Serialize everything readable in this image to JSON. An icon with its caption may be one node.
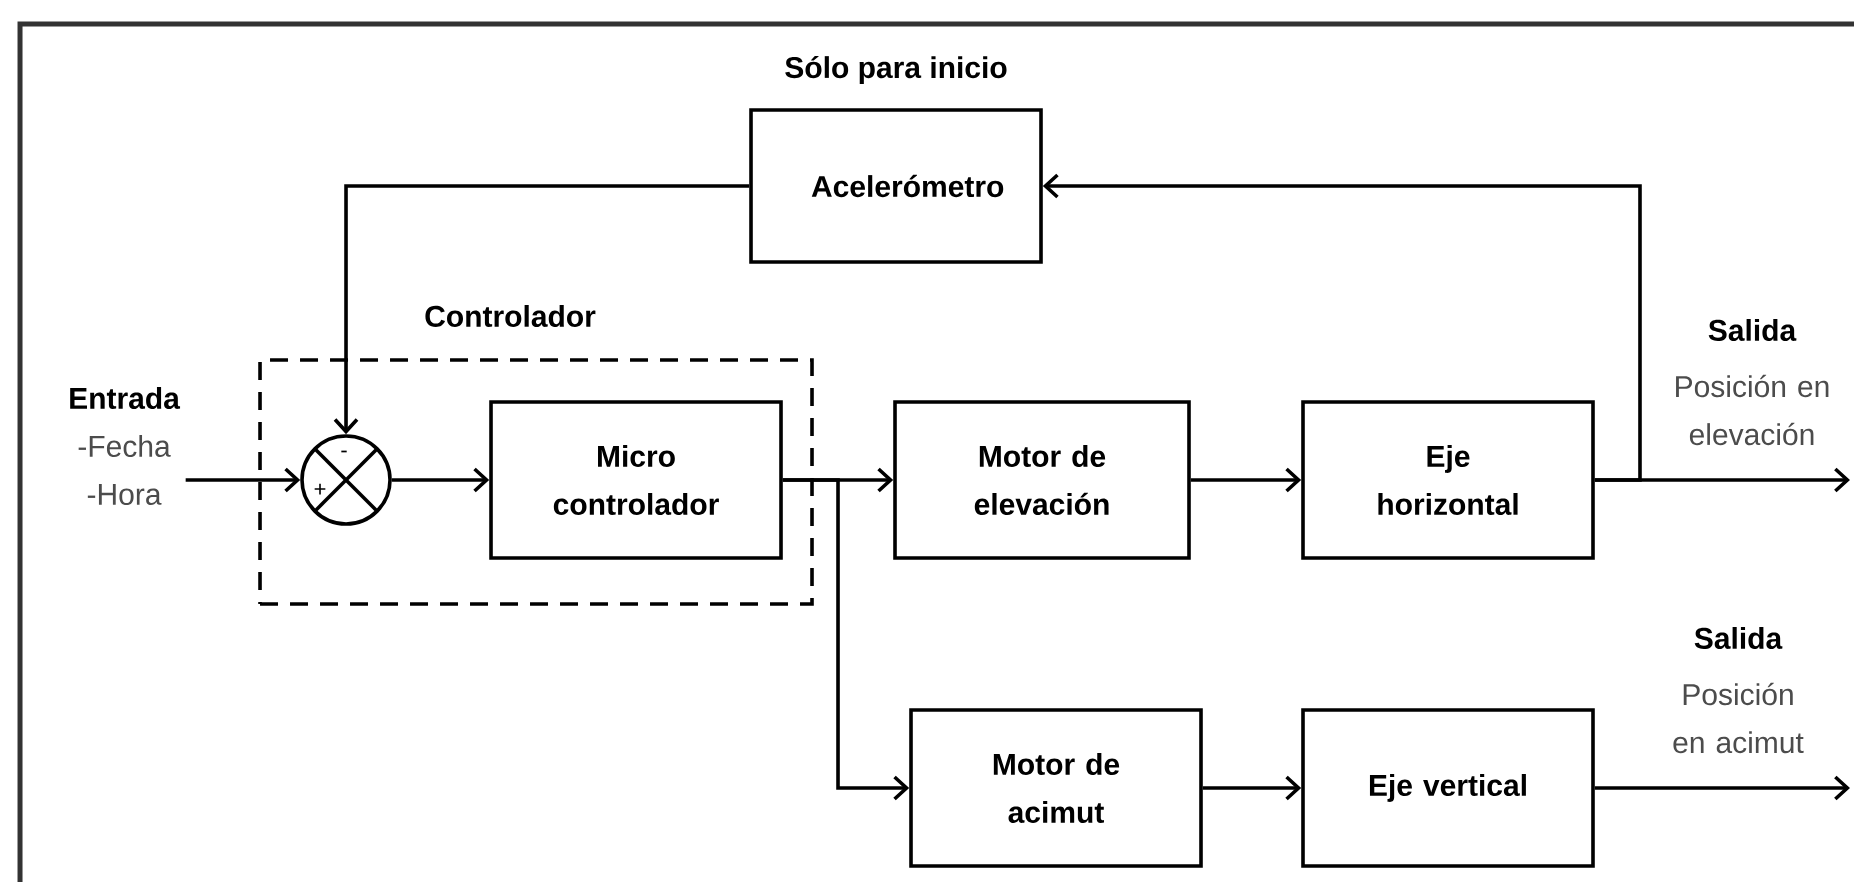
{
  "diagram": {
    "nodes": [
      {
        "text": [
          "Entrada",
          "-Fecha",
          "-Hora"
        ]
      },
      {
        "text": [
          "Controlador"
        ]
      },
      {
        "text": [],
        "shape": "circle",
        "in": 1
      },
      {
        "text": [
          "Micro controlador"
        ],
        "in": 1
      },
      {
        "text": [
          "Sólo para inicio",
          "Acelerómetro"
        ]
      },
      {
        "text": [
          "Motor de elevación"
        ]
      },
      {
        "text": [
          "Eje horizontal"
        ]
      },
      {
        "text": [
          "Motor de acimut"
        ]
      },
      {
        "text": [
          "Eje vertical"
        ]
      }
    ],
    "edges": [
      {
        "from": 0,
        "to": 2,
        "arrow": "to"
      },
      {
        "from": 2,
        "to": 3,
        "arrow": "to"
      },
      {
        "from": 3,
        "to": 5,
        "arrow": "to"
      },
      {
        "from": 3,
        "to": 7,
        "arrow": "to"
      },
      {
        "from": 5,
        "to": 6,
        "arrow": "to"
      },
      {
        "from": 6,
        "to": null,
        "arrow": "to"
      },
      {
        "from": 6,
        "to": 4,
        "arrow": "to"
      },
      {
        "from": 4,
        "to": 2,
        "arrow": "to"
      },
      {
        "from": 7,
        "to": 8,
        "arrow": "to"
      },
      {
        "from": 8,
        "to": null,
        "arrow": "to"
      }
    ],
    "labels": [
      "Salida",
      "Posición en elevación",
      "-",
      "+",
      "Salida",
      "Posición en acimut"
    ]
  }
}
